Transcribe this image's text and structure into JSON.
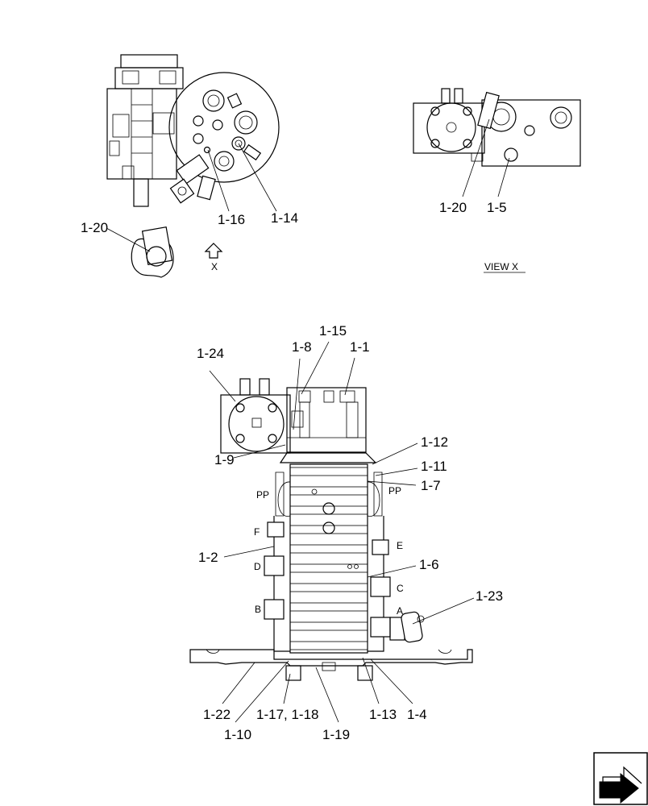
{
  "callouts": {
    "c1_20_top": "1-20",
    "c1_16": "1-16",
    "c1_14": "1-14",
    "c1_20_view": "1-20",
    "c1_5": "1-5",
    "c1_15": "1-15",
    "c1_24": "1-24",
    "c1_8": "1-8",
    "c1_1": "1-1",
    "c1_12": "1-12",
    "c1_11": "1-11",
    "c1_7": "1-7",
    "c1_9": "1-9",
    "c1_2": "1-2",
    "c1_6": "1-6",
    "c1_23": "1-23",
    "c1_22": "1-22",
    "c1_17_18": "1-17, 1-18",
    "c1_10": "1-10",
    "c1_19": "1-19",
    "c1_13": "1-13",
    "c1_4": "1-4"
  },
  "port_labels": {
    "pp_left": "PP",
    "pp_right": "PP",
    "f": "F",
    "e": "E",
    "d": "D",
    "c": "C",
    "b": "B",
    "a": "A"
  },
  "view": {
    "arrow_letter": "X",
    "caption": "VIEW  X"
  },
  "icons": {
    "nav": "next-page-arrow-icon"
  }
}
